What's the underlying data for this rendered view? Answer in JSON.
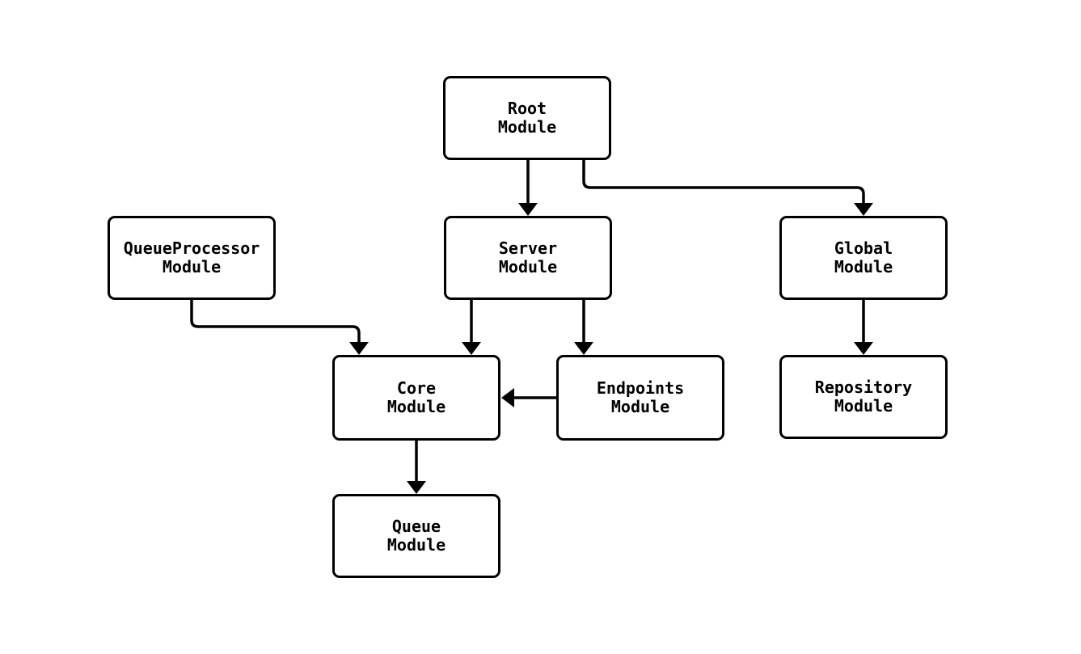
{
  "diagram": {
    "type": "flowchart",
    "direction": "top-down",
    "colors": {
      "background": "#ffffff",
      "node_fill": "#ffffff",
      "node_border": "#000000",
      "edge": "#000000",
      "text": "#000000"
    },
    "nodes": [
      {
        "id": "root",
        "label": "Root\nModule"
      },
      {
        "id": "queueprocessor",
        "label": "QueueProcessor\nModule"
      },
      {
        "id": "server",
        "label": "Server\nModule"
      },
      {
        "id": "global",
        "label": "Global\nModule"
      },
      {
        "id": "core",
        "label": "Core\nModule"
      },
      {
        "id": "endpoints",
        "label": "Endpoints\nModule"
      },
      {
        "id": "repository",
        "label": "Repository\nModule"
      },
      {
        "id": "queue",
        "label": "Queue\nModule"
      }
    ],
    "edges": [
      {
        "from": "Root Module",
        "to": "Server Module"
      },
      {
        "from": "Root Module",
        "to": "Global Module"
      },
      {
        "from": "QueueProcessor Module",
        "to": "Core Module"
      },
      {
        "from": "Server Module",
        "to": "Core Module"
      },
      {
        "from": "Server Module",
        "to": "Endpoints Module"
      },
      {
        "from": "Endpoints Module",
        "to": "Core Module"
      },
      {
        "from": "Global Module",
        "to": "Repository Module"
      },
      {
        "from": "Core Module",
        "to": "Queue Module"
      }
    ]
  }
}
